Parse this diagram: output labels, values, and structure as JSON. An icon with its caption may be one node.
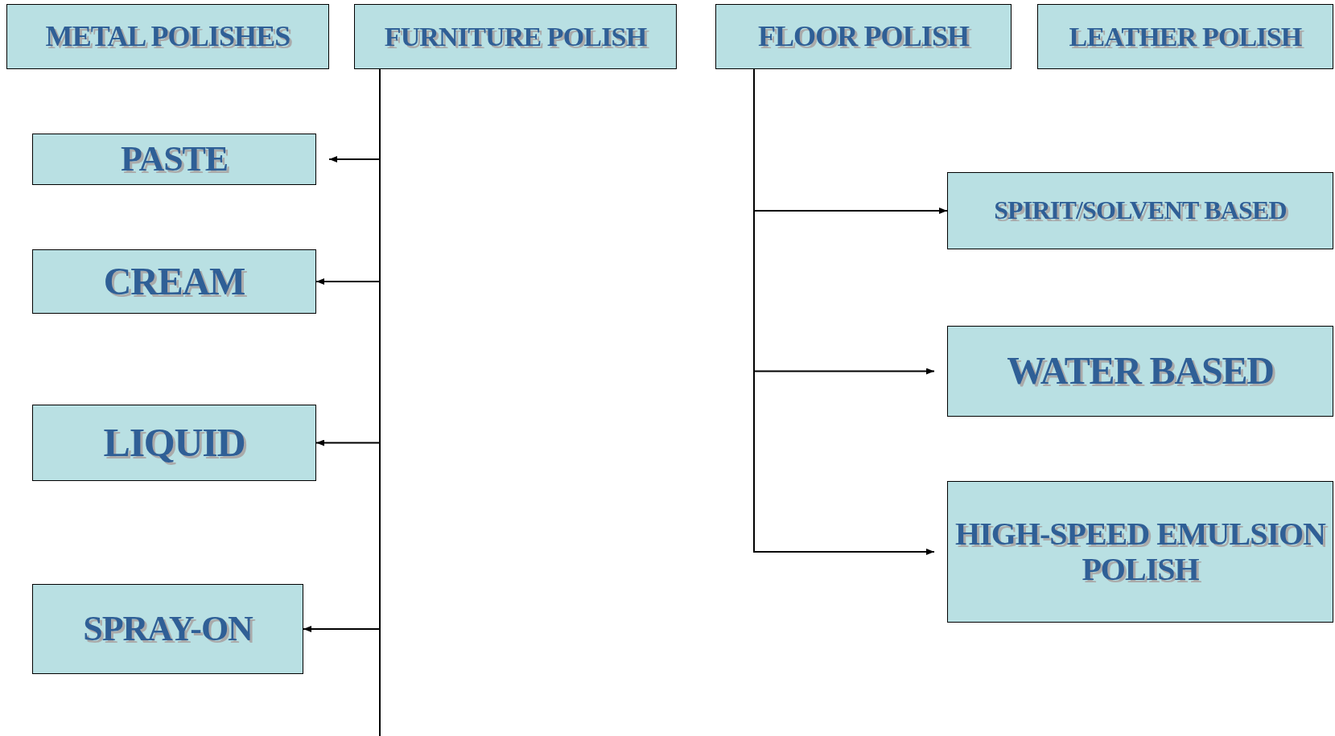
{
  "diagram": {
    "nodes": [
      {
        "text": [
          "METAL POLISHES"
        ]
      },
      {
        "text": [
          "FURNITURE POLISH"
        ]
      },
      {
        "text": [
          "FLOOR POLISH"
        ]
      },
      {
        "text": [
          "LEATHER POLISH"
        ]
      },
      {
        "text": [
          "PASTE"
        ]
      },
      {
        "text": [
          "CREAM"
        ]
      },
      {
        "text": [
          "LIQUID"
        ]
      },
      {
        "text": [
          "SPRAY-ON"
        ]
      },
      {
        "text": [
          "SPIRIT/SOLVENT BASED"
        ]
      },
      {
        "text": [
          "WATER BASED"
        ]
      },
      {
        "text": [
          "HIGH-SPEED EMULSION POLISH"
        ]
      }
    ],
    "edges": [
      {
        "from": 1,
        "to": 4,
        "arrow": "to"
      },
      {
        "from": 1,
        "to": 5,
        "arrow": "to"
      },
      {
        "from": 1,
        "to": 6,
        "arrow": "to"
      },
      {
        "from": 1,
        "to": 7,
        "arrow": "to"
      },
      {
        "from": 2,
        "to": 8,
        "arrow": "to"
      },
      {
        "from": 2,
        "to": 9,
        "arrow": "to"
      },
      {
        "from": 2,
        "to": 10,
        "arrow": "to"
      }
    ]
  }
}
